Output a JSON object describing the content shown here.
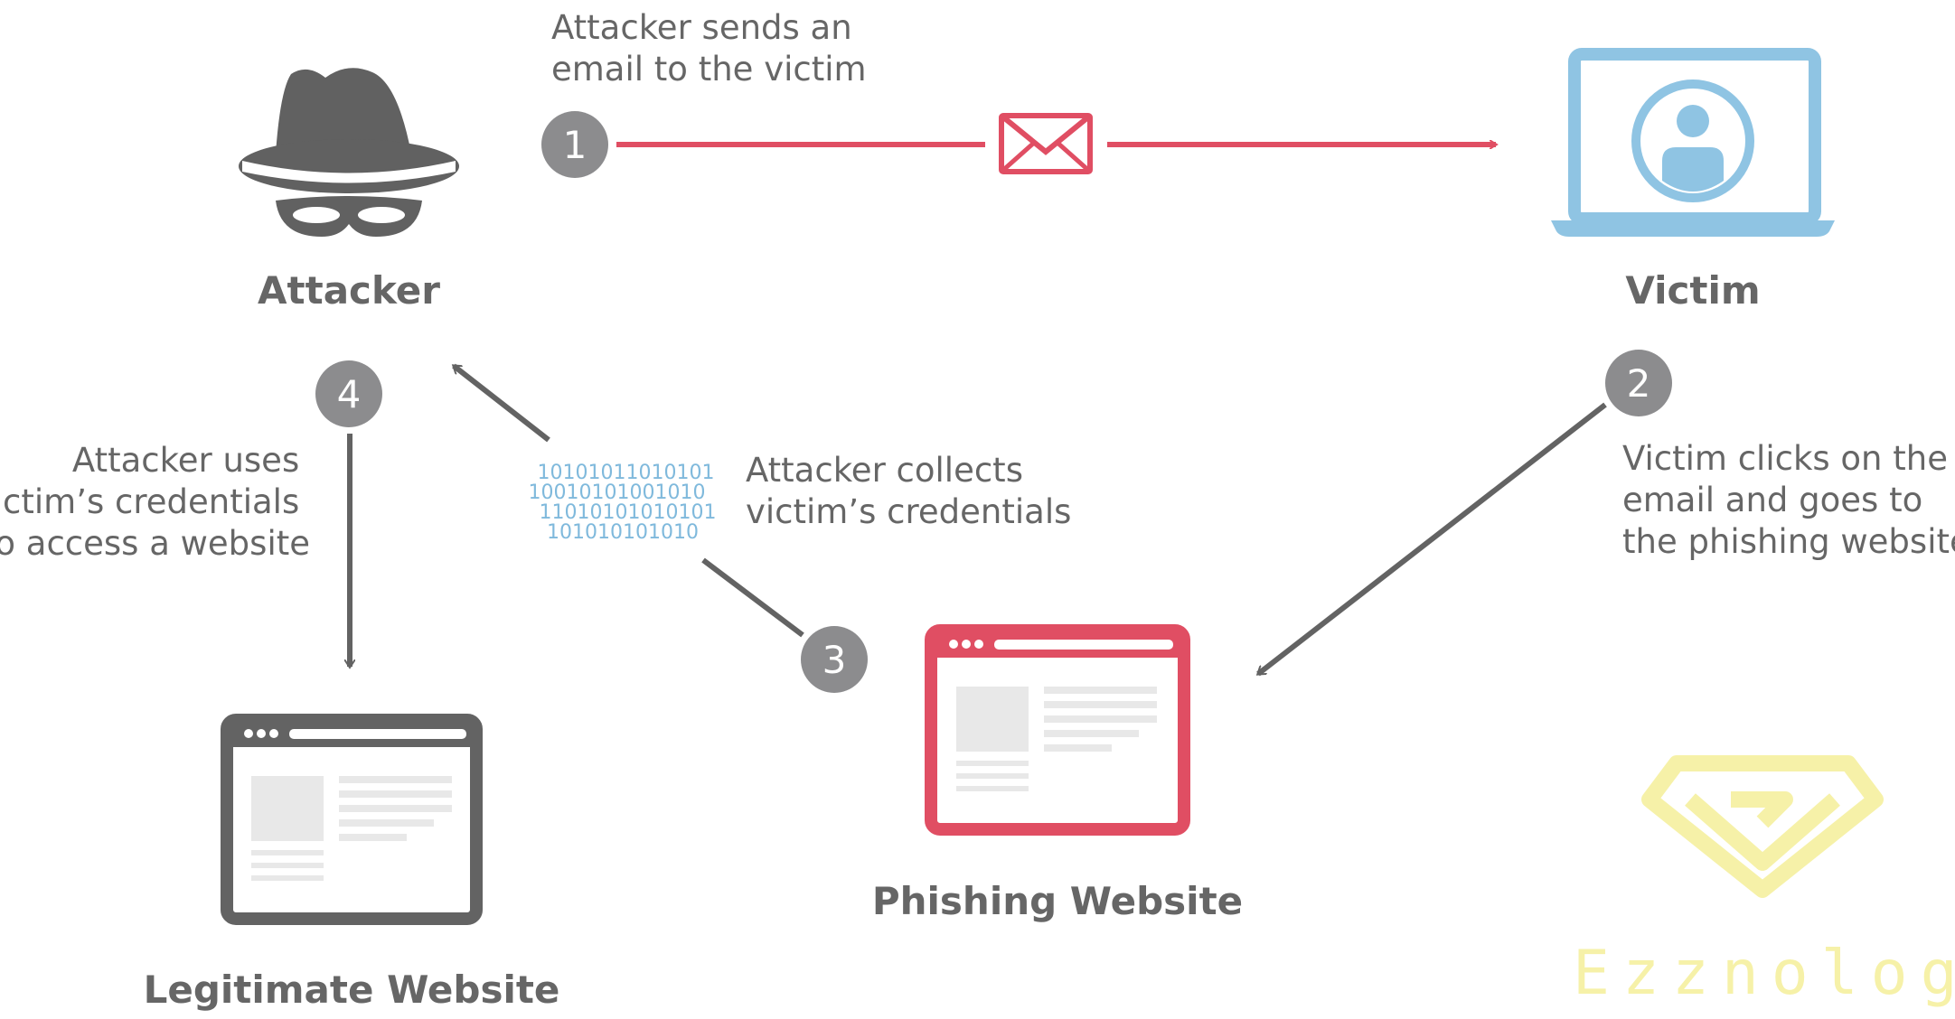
{
  "nodes": {
    "attacker": "Attacker",
    "victim": "Victim",
    "phishing_website": "Phishing Website",
    "legitimate_website": "Legitimate Website"
  },
  "steps": [
    {
      "number": "1",
      "lines": [
        "Attacker sends an",
        "email to the victim"
      ]
    },
    {
      "number": "2",
      "lines": [
        "Victim clicks on the",
        "email and goes to",
        "the phishing website"
      ]
    },
    {
      "number": "3",
      "lines": [
        "Attacker collects",
        "victim’s credentials"
      ]
    },
    {
      "number": "4",
      "lines": [
        "Attacker uses",
        "victim’s credentials",
        "to access a website"
      ]
    }
  ],
  "binary_lines": [
    "10101011010101",
    "10010101001010",
    "11010101010101",
    "101010101010"
  ],
  "watermark": "Ezznology",
  "icons": {
    "attacker": "hat-mask-icon",
    "victim": "laptop-user-icon",
    "email": "envelope-icon",
    "websites": "browser-window-icon",
    "watermark": "diamond-logo-icon"
  },
  "colors": {
    "accent_red": "#e04e63",
    "victim_blue": "#8fc4e3",
    "text_gray": "#666666",
    "badge_gray": "#8c8c8e",
    "arrow_gray": "#636363",
    "watermark_yellow": "#f6f1a8"
  }
}
